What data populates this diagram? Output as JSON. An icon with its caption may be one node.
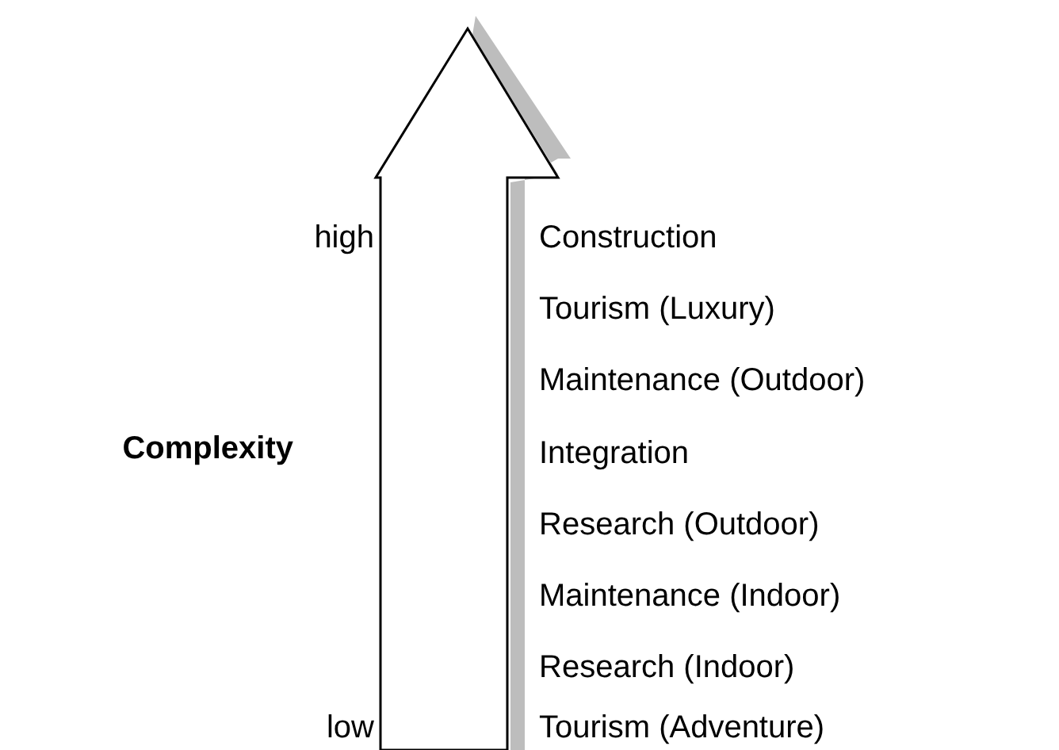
{
  "diagram": {
    "labels": [
      "high",
      "Construction",
      "Tourism (Luxury)",
      "Maintenance (Outdoor)",
      "Complexity",
      "Integration",
      "Research (Outdoor)",
      "Maintenance (Indoor)",
      "Research (Indoor)",
      "low",
      "Tourism (Adventure)"
    ]
  }
}
